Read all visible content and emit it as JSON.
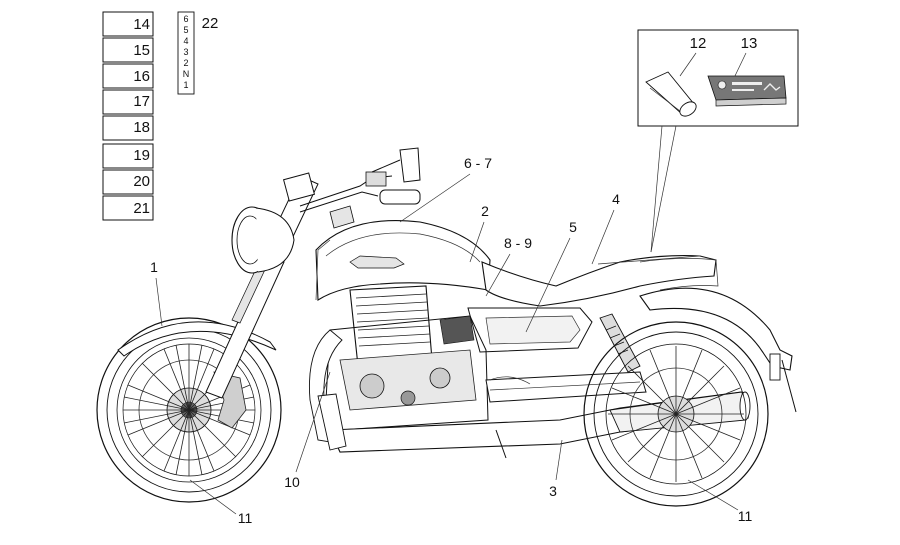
{
  "decal_boxes": [
    "14",
    "15",
    "16",
    "17",
    "18",
    "19",
    "20",
    "21"
  ],
  "gear_indicator": {
    "gears": [
      "6",
      "5",
      "4",
      "3",
      "2",
      "N",
      "1"
    ],
    "label": "22"
  },
  "inset": {
    "labels": [
      "12",
      "13"
    ]
  },
  "callouts": {
    "c1": "1",
    "c2": "2",
    "c3": "3",
    "c4": "4",
    "c5": "5",
    "c6_7": "6 - 7",
    "c8_9": "8 - 9",
    "c10": "10",
    "c11_front": "11",
    "c11_rear": "11"
  }
}
